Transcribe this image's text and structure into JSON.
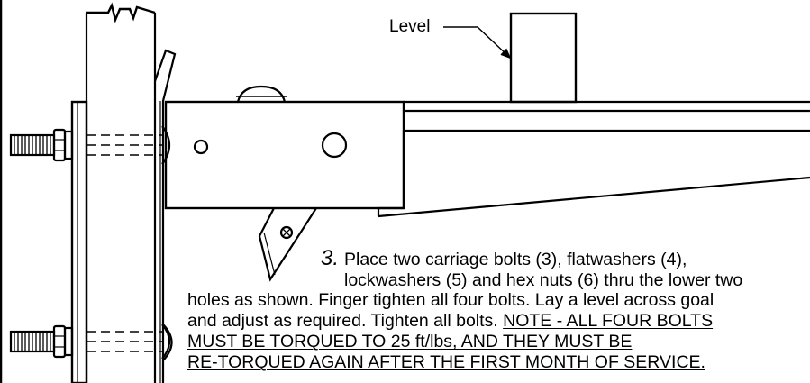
{
  "callout": {
    "level_label": "Level"
  },
  "instruction": {
    "step_number": "3.",
    "line1": "Place two carriage bolts (3), flatwashers (4),",
    "line2": "lockwashers (5) and hex nuts (6) thru the lower two",
    "line3": "holes as shown.  Finger tighten all four bolts.  Lay a level across goal",
    "line4_plain": "and adjust as required.  Tighten all bolts.",
    "line4_note": "NOTE - ALL FOUR BOLTS",
    "line5": "MUST BE TORQUED TO 25 ft/lbs, AND THEY MUST BE",
    "line6": "RE-TORQUED AGAIN AFTER THE FIRST MONTH OF SERVICE."
  }
}
